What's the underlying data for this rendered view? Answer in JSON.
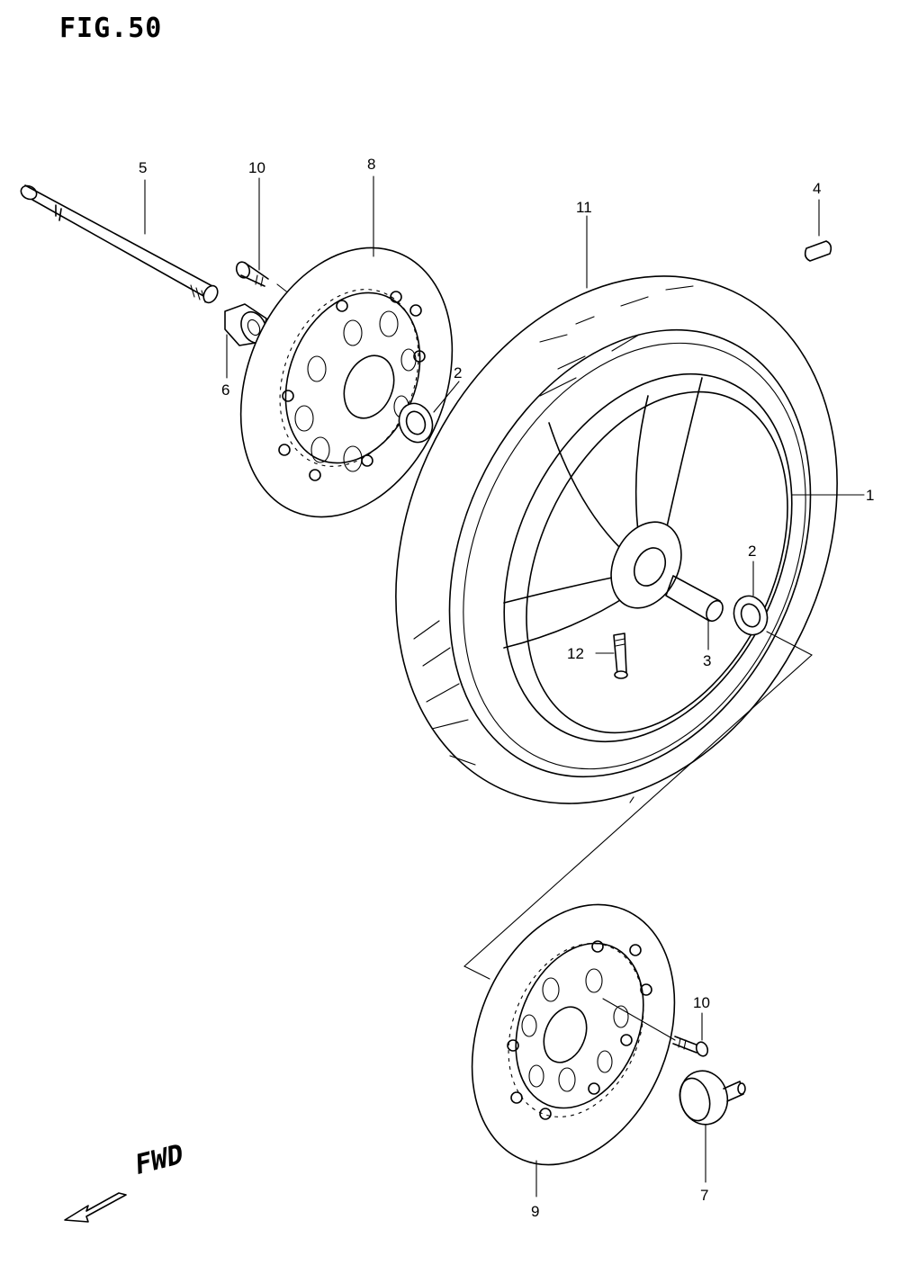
{
  "figure": {
    "title": "FIG.50"
  },
  "direction": {
    "label": "FWD"
  },
  "callouts": {
    "wheel": "1",
    "bearing_right": "2",
    "bearing_left": "2",
    "spacer": "3",
    "balancer": "4",
    "axle": "5",
    "collar": "6",
    "speedometer_gearbox": "7",
    "disc_left": "8",
    "disc_right": "9",
    "bolt_upper": "10",
    "bolt_lower": "10",
    "tire": "11",
    "valve": "12"
  }
}
